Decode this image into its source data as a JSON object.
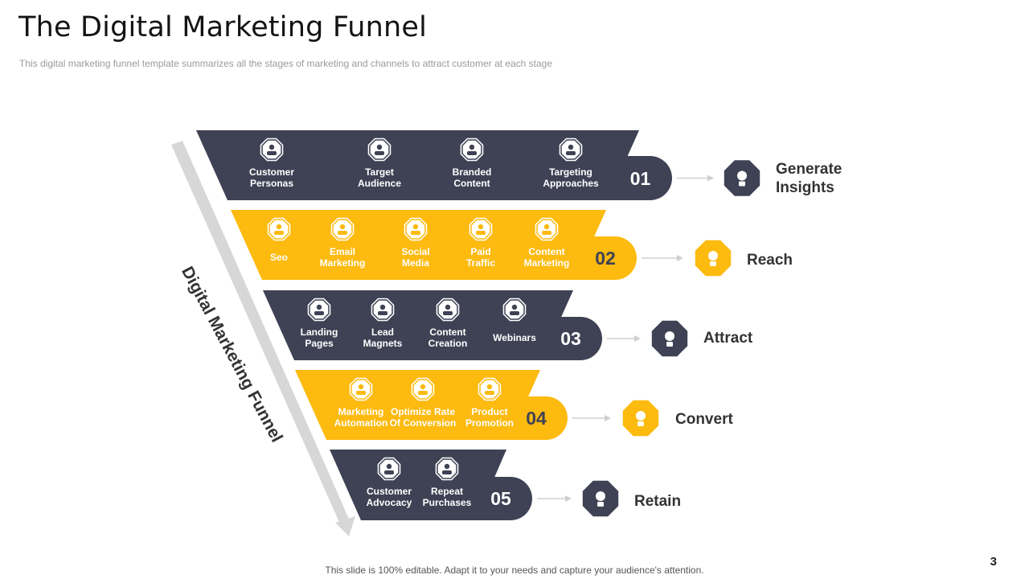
{
  "title": "The Digital Marketing Funnel",
  "subtitle": "This digital marketing funnel template summarizes all the stages of marketing and channels to attract customer at each stage",
  "funnel_label": "Digital Marketing Funnel",
  "footer": "This slide is 100% editable. Adapt it to your needs and capture your audience's attention.",
  "page_number": "3",
  "colors": {
    "dark": "#3f4254",
    "yellow": "#fdba0f",
    "arrow_gray": "#d7d7d7"
  },
  "stages": [
    {
      "number": "01",
      "name_lines": [
        "Generate",
        "Insights"
      ],
      "color": "dark",
      "icon": "lightbulb-icon",
      "items": [
        {
          "lines": [
            "Customer",
            "Personas"
          ],
          "icon": "persona-cart-icon"
        },
        {
          "lines": [
            "Target",
            "Audience"
          ],
          "icon": "audience-icon"
        },
        {
          "lines": [
            "Branded",
            "Content"
          ],
          "icon": "document-icon"
        },
        {
          "lines": [
            "Targeting",
            "Approaches"
          ],
          "icon": "target-icon"
        }
      ]
    },
    {
      "number": "02",
      "name_lines": [
        "Reach"
      ],
      "color": "yellow",
      "icon": "network-people-icon",
      "items": [
        {
          "lines": [
            "Seo"
          ],
          "icon": "seo-gear-icon"
        },
        {
          "lines": [
            "Email",
            "Marketing"
          ],
          "icon": "envelope-icon"
        },
        {
          "lines": [
            "Social",
            "Media"
          ],
          "icon": "social-network-icon"
        },
        {
          "lines": [
            "Paid",
            "Traffic"
          ],
          "icon": "people-icon"
        },
        {
          "lines": [
            "Content",
            "Marketing"
          ],
          "icon": "content-doc-icon"
        }
      ]
    },
    {
      "number": "03",
      "name_lines": [
        "Attract"
      ],
      "color": "dark",
      "icon": "magnet-icon",
      "items": [
        {
          "lines": [
            "Landing",
            "Pages"
          ],
          "icon": "monitor-icon"
        },
        {
          "lines": [
            "Lead",
            "Magnets"
          ],
          "icon": "lead-magnet-icon"
        },
        {
          "lines": [
            "Content",
            "Creation"
          ],
          "icon": "content-creation-icon"
        },
        {
          "lines": [
            "Webinars"
          ],
          "icon": "webinar-icon"
        }
      ]
    },
    {
      "number": "04",
      "name_lines": [
        "Convert"
      ],
      "color": "yellow",
      "icon": "convert-check-icon",
      "items": [
        {
          "lines": [
            "Marketing",
            "Automation"
          ],
          "icon": "automation-icon"
        },
        {
          "lines": [
            "Optimize Rate",
            "Of Conversion"
          ],
          "icon": "conversion-rate-icon"
        },
        {
          "lines": [
            "Product",
            "Promotion"
          ],
          "icon": "megaphone-icon"
        }
      ]
    },
    {
      "number": "05",
      "name_lines": [
        "Retain"
      ],
      "color": "dark",
      "icon": "retain-user-icon",
      "items": [
        {
          "lines": [
            "Customer",
            "Advocacy"
          ],
          "icon": "advocacy-icon"
        },
        {
          "lines": [
            "Repeat",
            "Purchases"
          ],
          "icon": "repeat-purchase-icon"
        }
      ]
    }
  ]
}
